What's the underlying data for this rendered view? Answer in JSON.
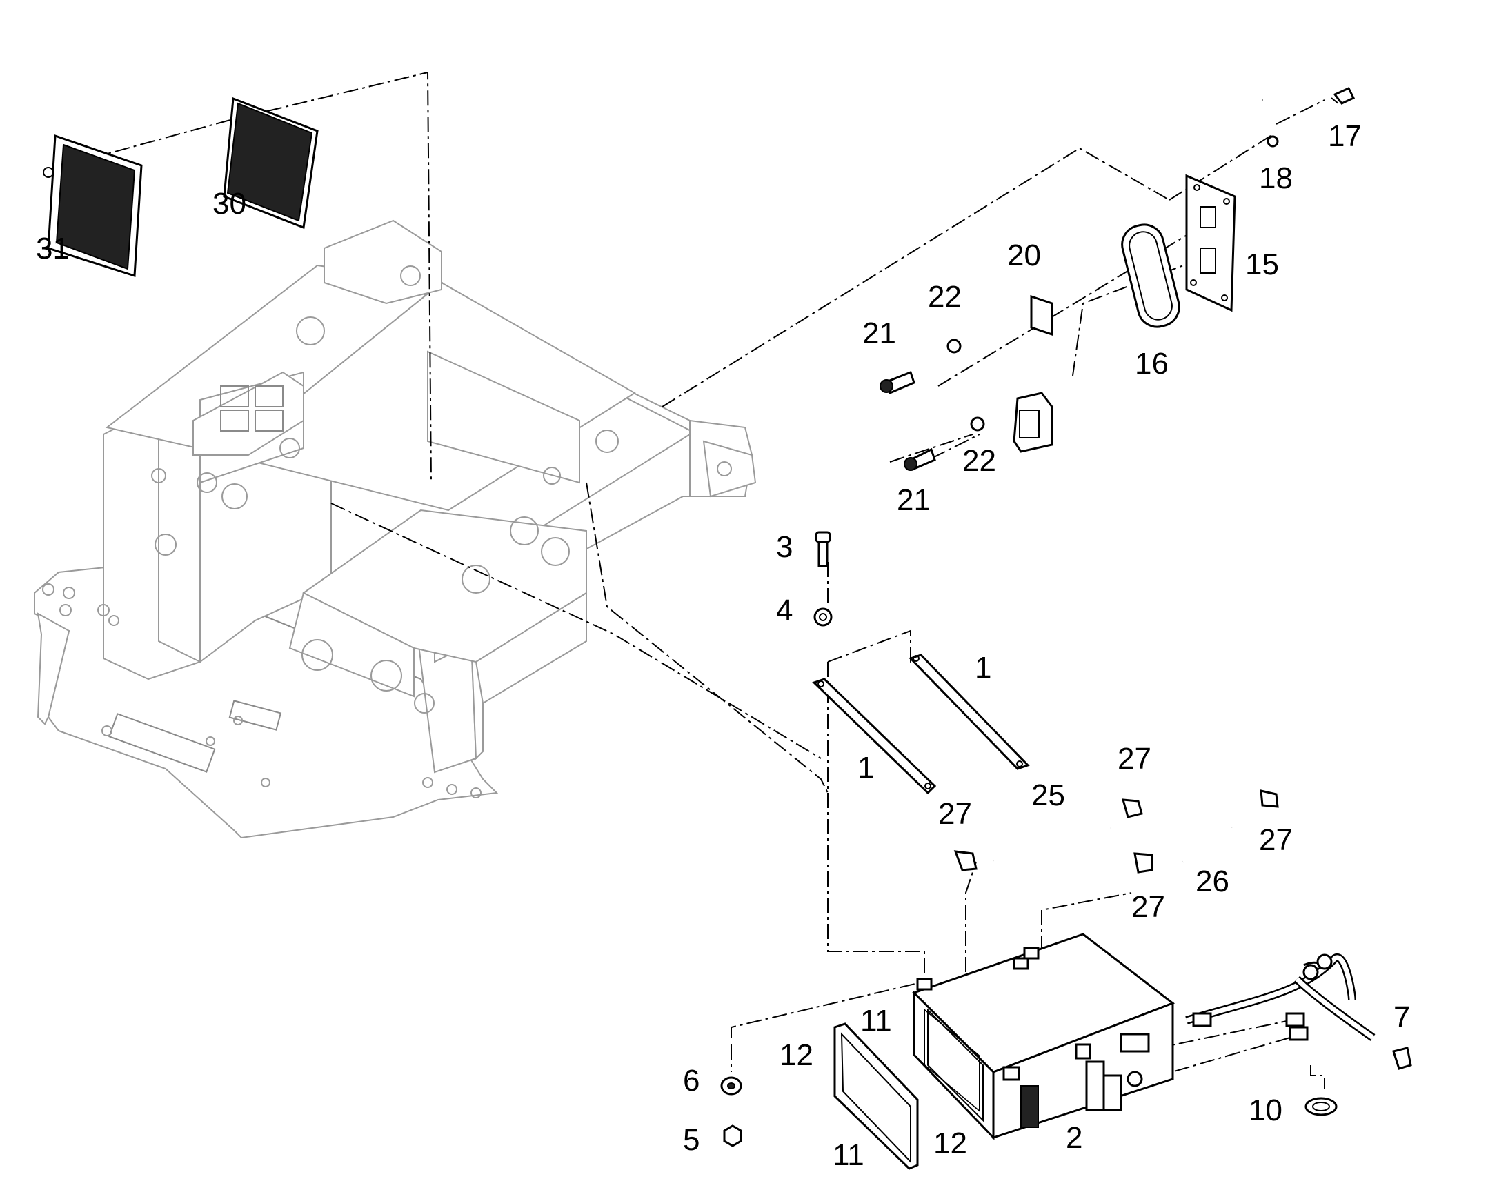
{
  "callouts": [
    {
      "id": "c1a",
      "label": "1"
    },
    {
      "id": "c1b",
      "label": "1"
    },
    {
      "id": "c2",
      "label": "2"
    },
    {
      "id": "c3",
      "label": "3"
    },
    {
      "id": "c4",
      "label": "4"
    },
    {
      "id": "c5",
      "label": "5"
    },
    {
      "id": "c6",
      "label": "6"
    },
    {
      "id": "c7",
      "label": "7"
    },
    {
      "id": "c10",
      "label": "10"
    },
    {
      "id": "c11a",
      "label": "11"
    },
    {
      "id": "c11b",
      "label": "11"
    },
    {
      "id": "c12a",
      "label": "12"
    },
    {
      "id": "c12b",
      "label": "12"
    },
    {
      "id": "c15",
      "label": "15"
    },
    {
      "id": "c16",
      "label": "16"
    },
    {
      "id": "c17",
      "label": "17"
    },
    {
      "id": "c18",
      "label": "18"
    },
    {
      "id": "c20",
      "label": "20"
    },
    {
      "id": "c21a",
      "label": "21"
    },
    {
      "id": "c21b",
      "label": "21"
    },
    {
      "id": "c22a",
      "label": "22"
    },
    {
      "id": "c22b",
      "label": "22"
    },
    {
      "id": "c25",
      "label": "25"
    },
    {
      "id": "c26",
      "label": "26"
    },
    {
      "id": "c27a",
      "label": "27"
    },
    {
      "id": "c27b",
      "label": "27"
    },
    {
      "id": "c27c",
      "label": "27"
    },
    {
      "id": "c27d",
      "label": "27"
    },
    {
      "id": "c30",
      "label": "30"
    },
    {
      "id": "c31",
      "label": "31"
    }
  ]
}
